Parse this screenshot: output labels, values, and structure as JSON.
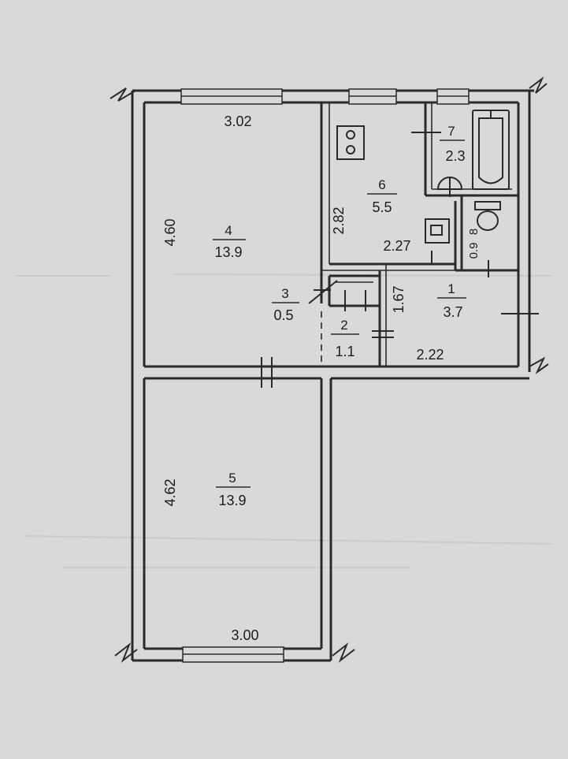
{
  "rooms": [
    {
      "id": "1",
      "number": "1",
      "area": "3.7"
    },
    {
      "id": "2",
      "number": "2",
      "area": "1.1"
    },
    {
      "id": "3",
      "number": "3",
      "area": "0.5"
    },
    {
      "id": "4",
      "number": "4",
      "area": "13.9"
    },
    {
      "id": "5",
      "number": "5",
      "area": "13.9"
    },
    {
      "id": "6",
      "number": "6",
      "area": "5.5"
    },
    {
      "id": "7",
      "number": "7",
      "area": "2.3"
    },
    {
      "id": "8",
      "number": "8",
      "area": "0.9"
    }
  ],
  "dimensions": {
    "room4_width": "3.02",
    "room4_height": "4.60",
    "room5_width": "3.00",
    "room5_height": "4.62",
    "room6_height": "2.82",
    "room6_width": "2.27",
    "room1_height": "1.67",
    "room1_width": "2.22"
  },
  "colors": {
    "background": "#d9d9db",
    "line": "#2a2a2a"
  }
}
